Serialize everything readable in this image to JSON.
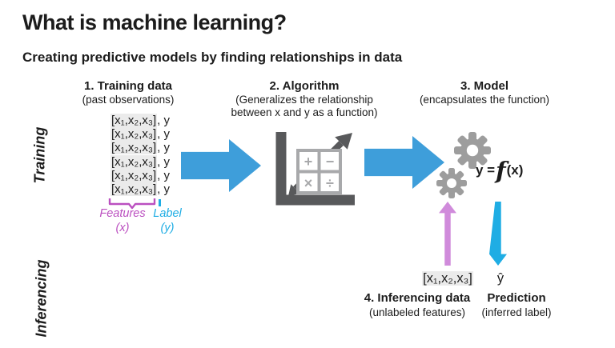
{
  "slide": {
    "title": "What is machine learning?",
    "subtitle": "Creating predictive models by finding relationships in data"
  },
  "sections": {
    "training": "Training",
    "inferencing": "Inferencing"
  },
  "stages": {
    "training_data": {
      "title": "1. Training data",
      "subtitle": "(past observations)"
    },
    "algorithm": {
      "title": "2. Algorithm",
      "subtitle": "(Generalizes the relationship between x and y as a function)"
    },
    "model": {
      "title": "3. Model",
      "subtitle": "(encapsulates the function)",
      "equation": {
        "y": "y = ",
        "f": "f",
        "x": "(x)"
      }
    }
  },
  "training": {
    "rows": [
      {
        "f": "[x₁,x₂,x₃]",
        "l": ", y"
      },
      {
        "f": "[x₁,x₂,x₃]",
        "l": ", y"
      },
      {
        "f": "[x₁,x₂,x₃]",
        "l": ", y"
      },
      {
        "f": "[x₁,x₂,x₃]",
        "l": ", y"
      },
      {
        "f": "[x₁,x₂,x₃]",
        "l": ", y"
      },
      {
        "f": "[x₁,x₂,x₃]",
        "l": ", y"
      }
    ],
    "features_annotation": {
      "label": "Features",
      "sub": "(x)"
    },
    "label_annotation": {
      "label": "Label",
      "sub": "(y)"
    }
  },
  "inferencing": {
    "data_value": "[x₁,x₂,x₃]",
    "data_title": "4. Inferencing data",
    "data_subtitle": "(unlabeled features)",
    "prediction_value": "ŷ",
    "prediction_title": "Prediction",
    "prediction_subtitle": "(inferred label)"
  },
  "icons": {
    "flow": "right-arrow-icon",
    "algorithm": "algorithm-chart-icon",
    "model": "gears-icon",
    "input": "up-arrow-icon",
    "output": "down-arrow-icon"
  },
  "colors": {
    "arrow_blue": "#3E9EDA",
    "cyan": "#1FADE4",
    "magenta_text": "#BB50C0",
    "magenta_arrow": "#D08BDB",
    "gear_gray": "#9D9D9D",
    "icon_dark_gray": "#58595B",
    "icon_light_gray": "#A8A9AB",
    "highlight_gray": "#EBEBEB",
    "text_black": "#1C1C1C"
  }
}
